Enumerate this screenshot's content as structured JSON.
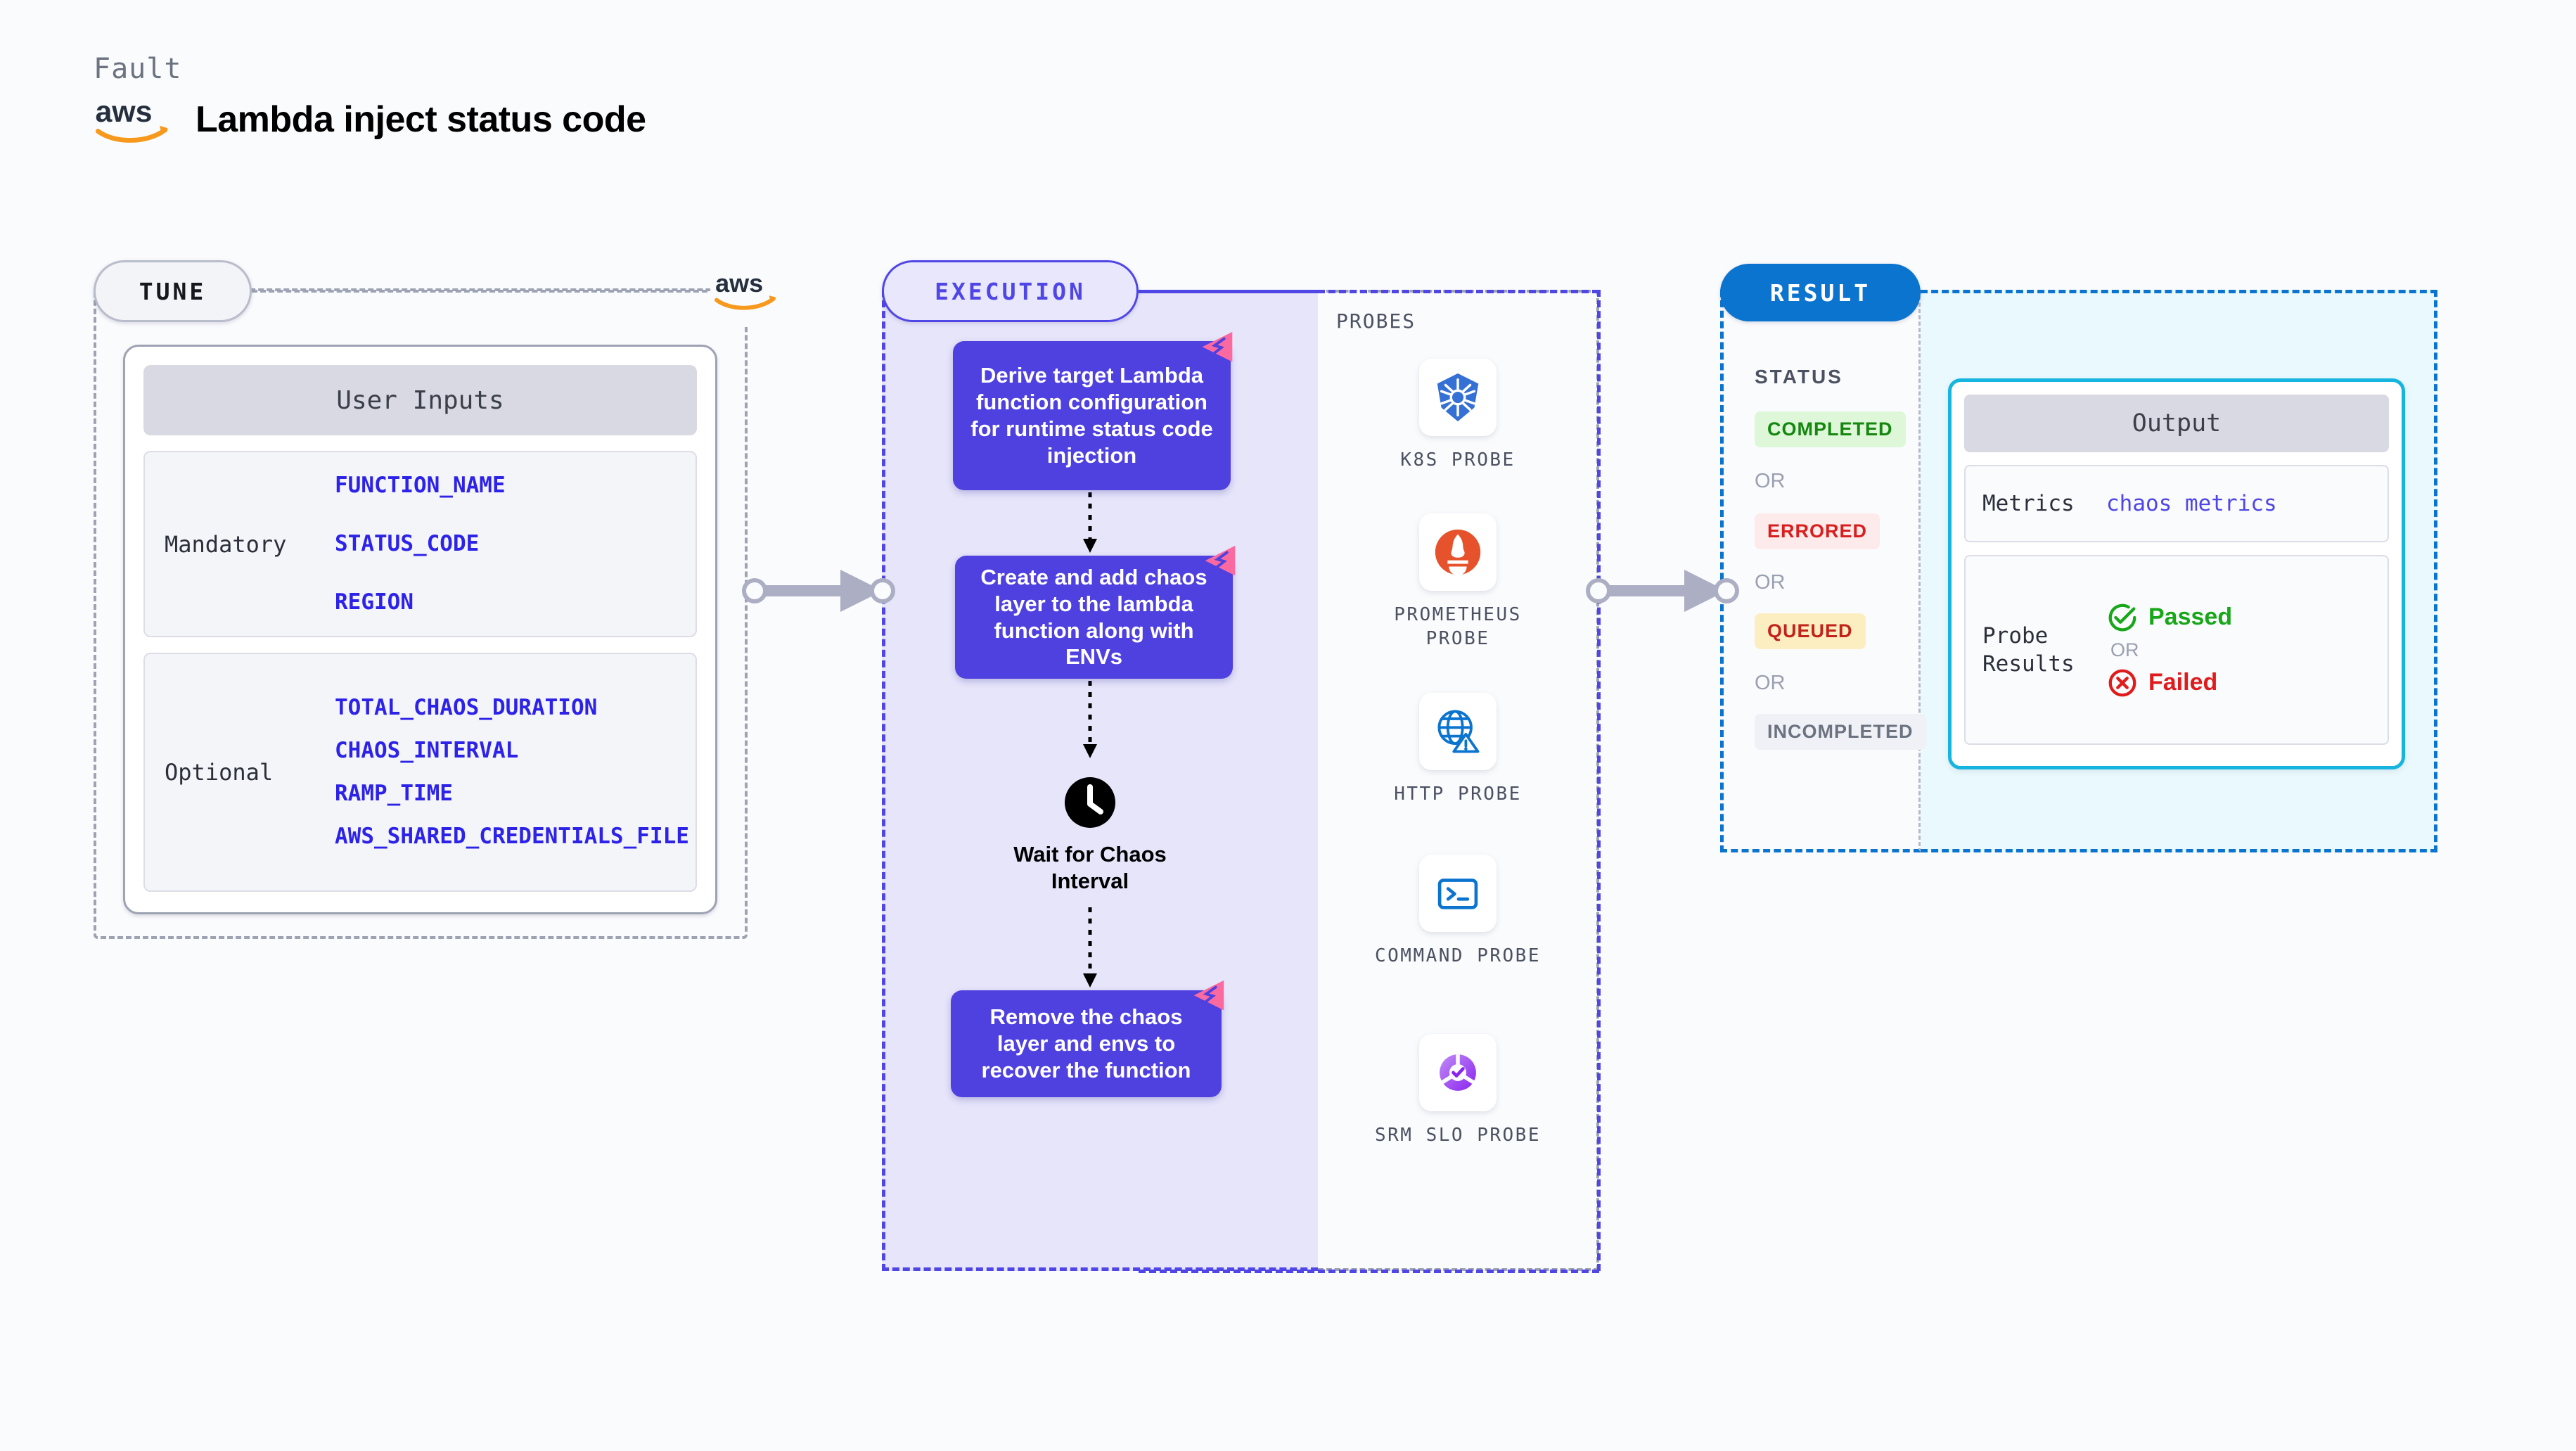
{
  "header": {
    "eyebrow": "Fault",
    "title": "Lambda inject status code",
    "logo": "aws-logo"
  },
  "tune": {
    "badge": "TUNE",
    "provider_logo": "aws-logo",
    "card": {
      "header": "User Inputs",
      "sections": [
        {
          "label": "Mandatory",
          "values": [
            "FUNCTION_NAME",
            "STATUS_CODE",
            "REGION"
          ]
        },
        {
          "label": "Optional",
          "values": [
            "TOTAL_CHAOS_DURATION",
            "CHAOS_INTERVAL",
            "RAMP_TIME",
            "AWS_SHARED_CREDENTIALS_FILE"
          ]
        }
      ]
    }
  },
  "execution": {
    "badge": "EXECUTION",
    "steps": [
      {
        "text": "Derive target Lambda function configuration for runtime status code injection",
        "badge": "chaos-badge-icon"
      },
      {
        "text": "Create and add chaos layer to the lambda function along with ENVs",
        "badge": "chaos-badge-icon"
      },
      {
        "text": "Wait for Chaos Interval",
        "icon": "clock-icon"
      },
      {
        "text": "Remove the chaos layer and envs to recover the function",
        "badge": "chaos-badge-icon"
      }
    ]
  },
  "probes": {
    "title": "PROBES",
    "items": [
      {
        "label": "K8S PROBE",
        "icon": "kubernetes-icon"
      },
      {
        "label": "PROMETHEUS PROBE",
        "icon": "prometheus-icon"
      },
      {
        "label": "HTTP PROBE",
        "icon": "http-globe-icon"
      },
      {
        "label": "COMMAND PROBE",
        "icon": "terminal-icon"
      },
      {
        "label": "SRM SLO PROBE",
        "icon": "srm-slo-icon"
      }
    ]
  },
  "result": {
    "badge": "RESULT",
    "status_title": "STATUS",
    "or_label": "OR",
    "statuses": [
      {
        "label": "COMPLETED",
        "color": "#15870f",
        "bg": "#ddf7d8"
      },
      {
        "label": "ERRORED",
        "color": "#d81f1f",
        "bg": "#fdeaea"
      },
      {
        "label": "QUEUED",
        "color": "#c1231b",
        "bg": "#fdeec2"
      },
      {
        "label": "INCOMPLETED",
        "color": "#6b7280",
        "bg": "#f0f1f6"
      }
    ],
    "output": {
      "header": "Output",
      "metrics_key": "Metrics",
      "metrics_value": "chaos metrics",
      "probe_key": "Probe Results",
      "passed": "Passed",
      "failed": "Failed",
      "or_label": "OR"
    }
  },
  "colors": {
    "accent_purple": "#4f40e0",
    "accent_blue": "#0b74cf",
    "accent_cyan": "#16b5e0",
    "chaos_pink": "#fa6aa0",
    "aws_orange": "#f7991c"
  }
}
